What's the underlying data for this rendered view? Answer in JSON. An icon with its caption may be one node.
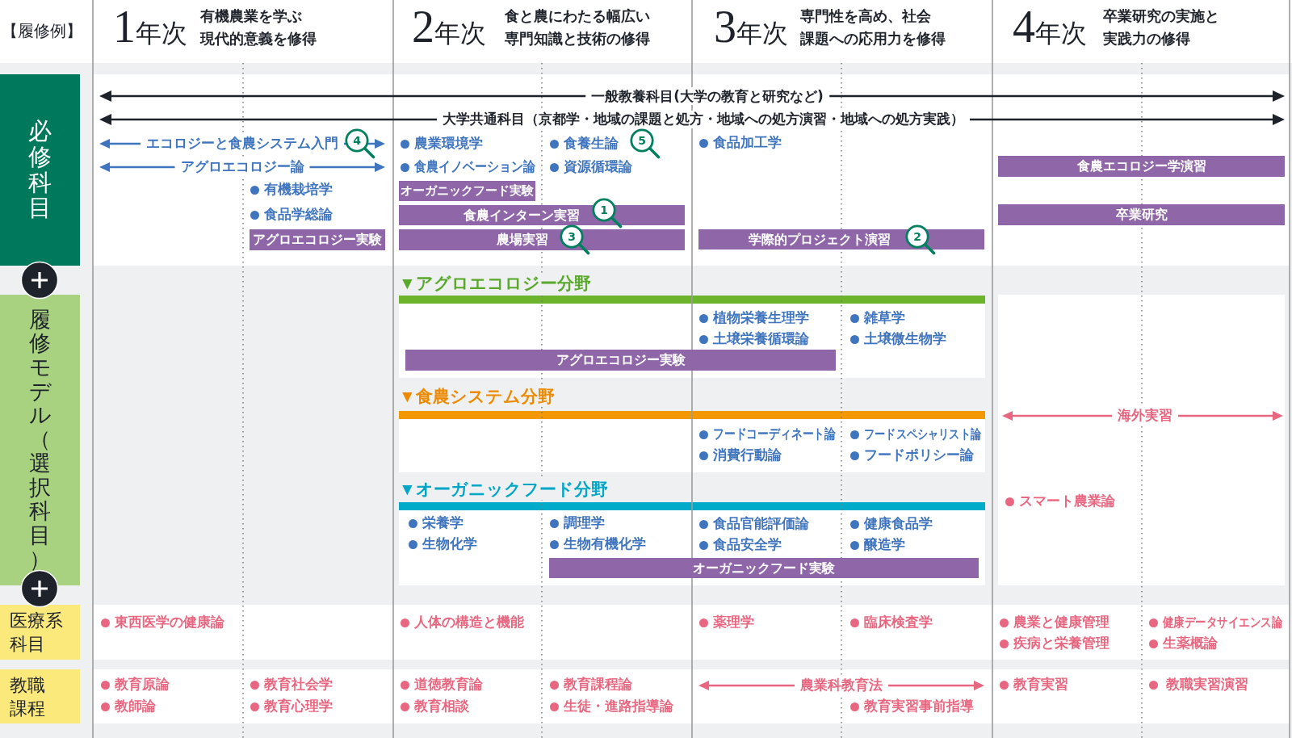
{
  "diagram": {
    "title": "【履修例】",
    "nodes": [
      {
        "text": [
          "必修科目"
        ]
      },
      {
        "text": [
          "食農エコロジー学演習"
        ]
      },
      {
        "text": [
          "オーガニックフード実験"
        ]
      },
      {
        "text": [
          "食農インターン実習"
        ]
      },
      {
        "text": [
          "卒業研究"
        ]
      },
      {
        "text": [
          "アグロエコロジー実験"
        ]
      },
      {
        "text": [
          "農場実習"
        ]
      },
      {
        "text": [
          "学際的プロジェクト演習"
        ]
      },
      {
        "text": [
          "履修モデル（選択科目）"
        ]
      },
      {
        "text": [
          "▼アグロエコロジー分野",
          "植物栄養生理学",
          "雑草学",
          "土壌栄養循環論",
          "土壌微生物学"
        ]
      },
      {
        "text": [
          "アグロエコロジー実験"
        ],
        "in": 9
      },
      {
        "text": [
          "▼食農システム分野",
          "フードコーディネート論",
          "フードスペシャリスト論",
          "消費行動論",
          "フードポリシー論"
        ]
      },
      {
        "text": [
          "▼オーガニックフード分野",
          "栄養学",
          "調理学",
          "食品官能評価論",
          "健康食品学",
          "生物化学",
          "生物有機化学",
          "食品安全学",
          "醸造学"
        ]
      },
      {
        "text": [
          "オーガニックフード実験"
        ],
        "in": 12
      },
      {
        "text": [
          "海外実習",
          "スマート農業論"
        ]
      },
      {
        "text": [
          "医療系科目"
        ]
      },
      {
        "text": [
          "教職課程"
        ]
      }
    ],
    "labels": [
      "1年次",
      "有機農業を学ぶ現代的意義を修得",
      "2年次",
      "食と農にわたる幅広い専門知識と技術の修得",
      "3年次",
      "専門性を高め、社会課題への応用力を修得",
      "4年次",
      "卒業研究の実施と実践力の修得",
      "一般教養科目(大学の教育と研究など)",
      "大学共通科目（京都学・地域の課題と処方・地域への処方演習・地域への処方実践）",
      "エコロジーと食農システム入門",
      "4",
      "農業環境学",
      "食養生論",
      "5",
      "食品加工学",
      "アグロエコロジー論",
      "食農イノベーション論",
      "資源循環論",
      "有機栽培学",
      "食品学総論",
      "1",
      "3",
      "2",
      "東西医学の健康論",
      "人体の構造と機能",
      "薬理学",
      "臨床検査学",
      "農業と健康管理",
      "健康データサイエンス論",
      "疾病と栄養管理",
      "生薬概論",
      "教育原論",
      "教育社会学",
      "道徳教育論",
      "教育課程論",
      "農業科教育法",
      "教育実習",
      "教職実習演習",
      "教師論",
      "教育心理学",
      "教育相談",
      "生徒・進路指導論",
      "教育実習事前指導"
    ]
  }
}
